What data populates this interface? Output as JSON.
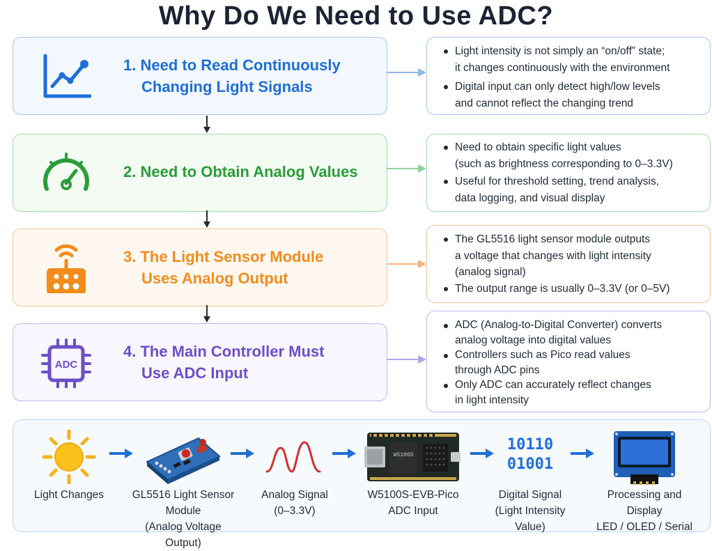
{
  "title": "Why Do We Need to Use ADC?",
  "colors": {
    "blue": "#1f6fd6",
    "green": "#2a9d38",
    "orange": "#f28c1c",
    "purple": "#6b4fc8"
  },
  "steps": [
    {
      "number": "1.",
      "line1": "1. Need to Read Continuously",
      "line2": "Changing Light Signals",
      "icon": "line-chart-icon",
      "notes": [
        [
          "Light intensity is not simply an “on/off” state;",
          "it changes continuously with the environment"
        ],
        [
          "Digital input can only detect high/low levels",
          "and cannot reflect the changing trend"
        ]
      ]
    },
    {
      "number": "2.",
      "line1": "2. Need to Obtain Analog Values",
      "line2": "",
      "icon": "gauge-icon",
      "notes": [
        [
          "Need to obtain specific light values",
          "(such as brightness corresponding to 0–3.3V)"
        ],
        [
          "Useful for threshold setting, trend analysis,",
          "data logging, and visual display"
        ]
      ]
    },
    {
      "number": "3.",
      "line1": "3. The Light Sensor Module",
      "line2": "Uses Analog Output",
      "icon": "sensor-module-icon",
      "notes": [
        [
          "The GL5516 light sensor module outputs",
          "a voltage that changes with light intensity",
          "(analog signal)"
        ],
        [
          "The output range is usually 0–3.3V (or 0–5V)"
        ]
      ]
    },
    {
      "number": "4.",
      "line1": "4. The Main Controller Must",
      "line2": "Use ADC Input",
      "icon": "adc-chip-icon",
      "icon_text": "ADC",
      "notes": [
        [
          "ADC (Analog-to-Digital Converter) converts",
          "analog voltage into digital values"
        ],
        [
          "Controllers such as Pico read values",
          "through ADC pins"
        ],
        [
          "Only ADC can accurately reflect changes",
          "in light intensity"
        ]
      ]
    }
  ],
  "flow": [
    {
      "icon": "sun-icon",
      "caption": [
        "Light Changes"
      ]
    },
    {
      "icon": "light-sensor-module-icon",
      "caption": [
        "GL5516 Light Sensor Module",
        "(Analog Voltage Output)"
      ]
    },
    {
      "icon": "analog-wave-icon",
      "caption": [
        "Analog Signal",
        "(0–3.3V)"
      ]
    },
    {
      "icon": "w5100s-board-icon",
      "board_text": "W5100S",
      "caption": [
        "W5100S-EVB-Pico",
        "ADC Input"
      ]
    },
    {
      "icon": "binary-data-icon",
      "binary": [
        "10110",
        "01001"
      ],
      "caption": [
        "Digital Signal",
        "(Light Intensity Value)"
      ]
    },
    {
      "icon": "oled-display-icon",
      "caption": [
        "Processing and Display",
        "LED / OLED / Serial"
      ]
    }
  ]
}
